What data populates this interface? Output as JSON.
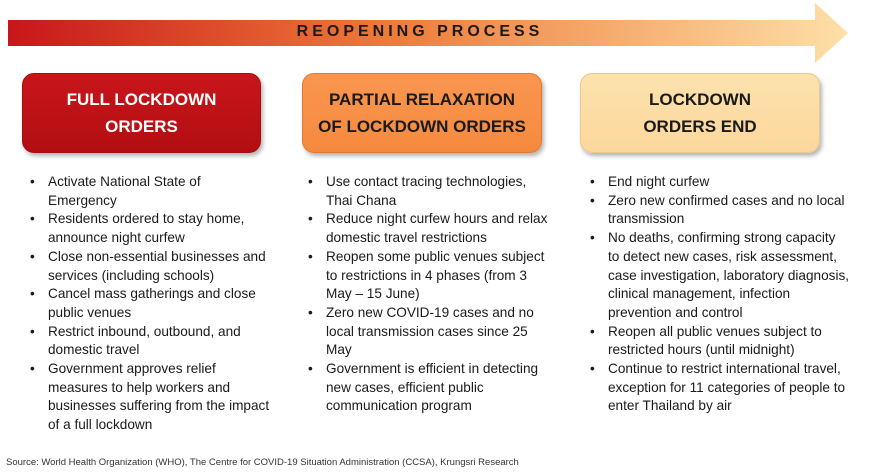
{
  "header": {
    "title": "REOPENING PROCESS",
    "colors": {
      "start": "#c8161b",
      "middle": "#f08a3c",
      "end": "#fde2ad"
    }
  },
  "phases": [
    {
      "title_line1": "FULL LOCKDOWN",
      "title_line2": "ORDERS",
      "color": "#c8161b",
      "items": [
        "Activate National State of Emergency",
        "Residents ordered to stay home, announce night curfew",
        "Close non-essential businesses and services (including schools)",
        "Cancel mass gatherings and close public venues",
        "Restrict inbound, outbound, and domestic travel",
        "Government approves relief measures to help workers and businesses suffering from the impact of a full lockdown"
      ]
    },
    {
      "title_line1": "PARTIAL RELAXATION",
      "title_line2": "OF LOCKDOWN ORDERS",
      "color": "#f58a3e",
      "items": [
        "Use contact tracing technologies, Thai Chana",
        "Reduce night curfew hours and relax domestic travel restrictions",
        "Reopen some public venues subject to restrictions in 4 phases (from 3 May – 15 June)",
        "Zero new COVID-19 cases and no local transmission cases since 25 May",
        "Government is efficient in detecting new cases, efficient public communication program"
      ]
    },
    {
      "title_line1": "LOCKDOWN",
      "title_line2": "ORDERS END",
      "color": "#fbd79c",
      "items": [
        "End night curfew",
        "Zero new confirmed cases and no local transmission",
        "No deaths, confirming strong capacity to detect new cases, risk assessment, case investigation, laboratory diagnosis, clinical management, infection prevention and control",
        "Reopen all public venues subject to restricted hours (until midnight)",
        "Continue to restrict international travel, exception for 11 categories of people to enter Thailand by air"
      ]
    }
  ],
  "source": "Source: World Health Organization (WHO), The Centre for COVID-19 Situation Administration (CCSA), Krungsri Research"
}
